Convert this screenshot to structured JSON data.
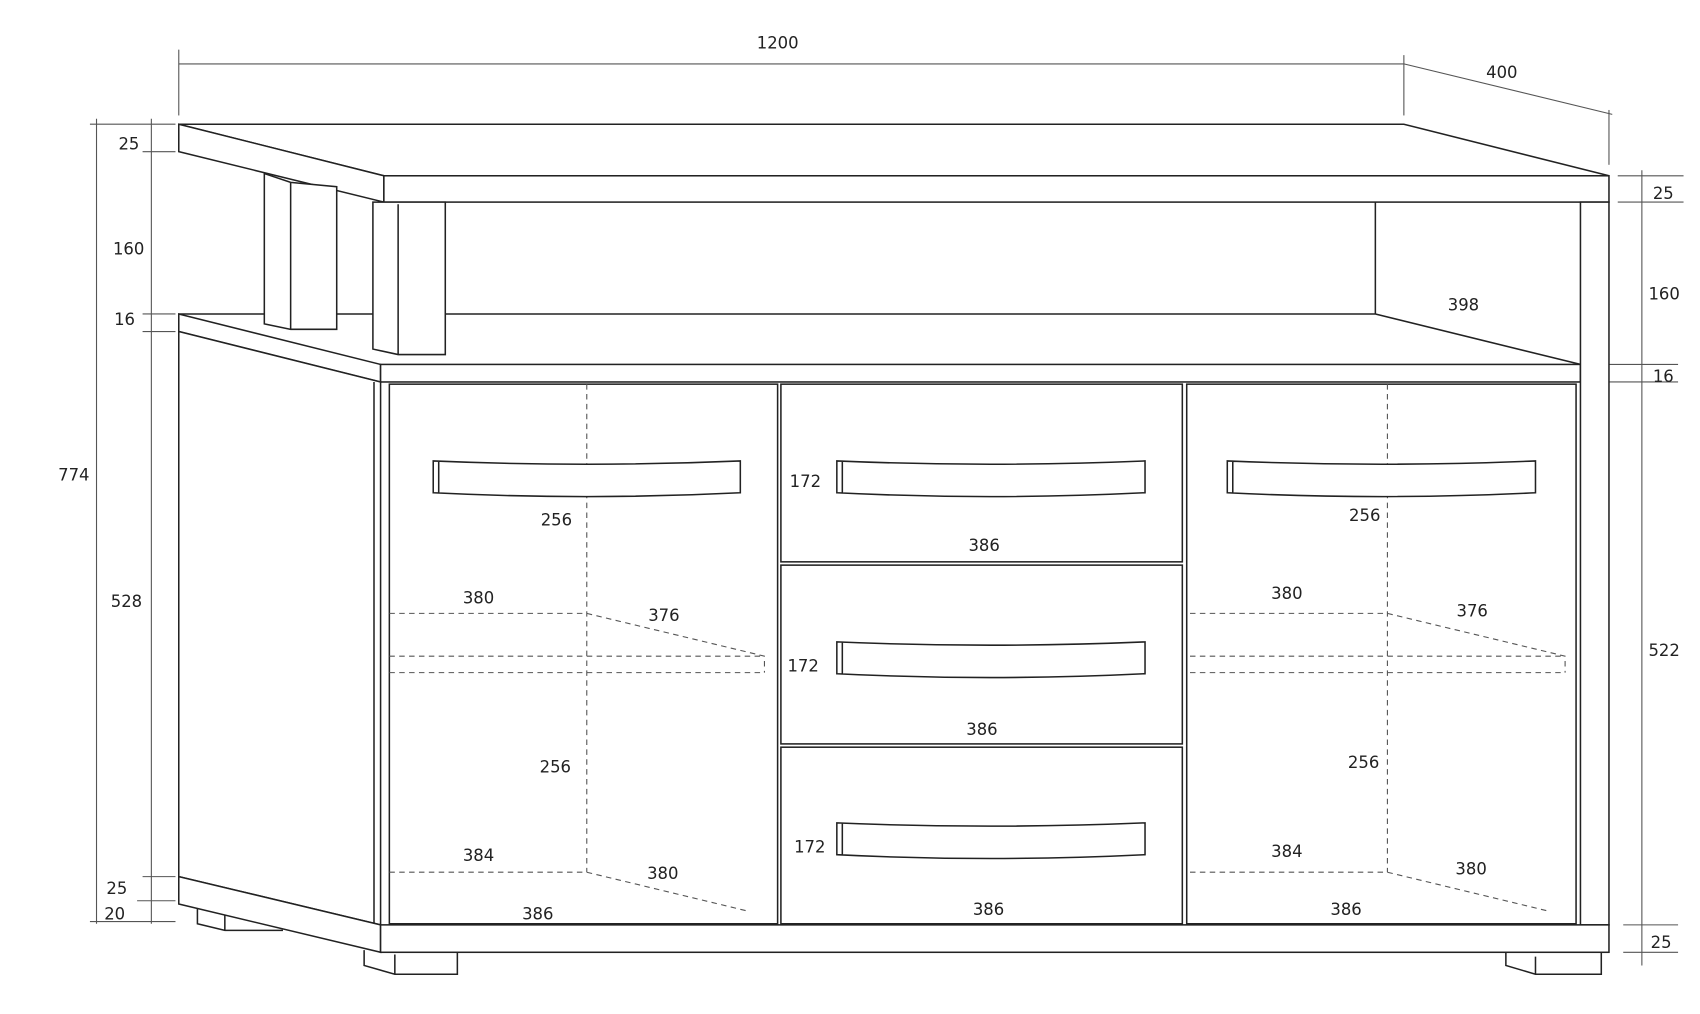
{
  "drawing": {
    "overall": {
      "width": "1200",
      "depth": "400",
      "height": "774"
    },
    "left_dims": {
      "top_board": "25",
      "upper_niche": "160",
      "shelf_board": "16",
      "cabinet": "528",
      "plinth": "25",
      "feet": "20"
    },
    "right_dims": {
      "top_board": "25",
      "upper_niche": "160",
      "shelf_board": "16",
      "cabinet": "522",
      "plinth": "25"
    },
    "niche_depth": "398",
    "left_door": {
      "handle": "256",
      "shelf_width": "380",
      "shelf_depth": "376",
      "lower_height": "256",
      "bottom_width": "384",
      "bottom_depth": "380",
      "door_width": "386"
    },
    "right_door": {
      "handle": "256",
      "shelf_width": "380",
      "shelf_depth": "376",
      "lower_height": "256",
      "bottom_width": "384",
      "bottom_depth": "380",
      "door_width": "386"
    },
    "drawers": [
      {
        "height": "172",
        "width": "386"
      },
      {
        "height": "172",
        "width": "386"
      },
      {
        "height": "172",
        "width": "386"
      }
    ]
  }
}
